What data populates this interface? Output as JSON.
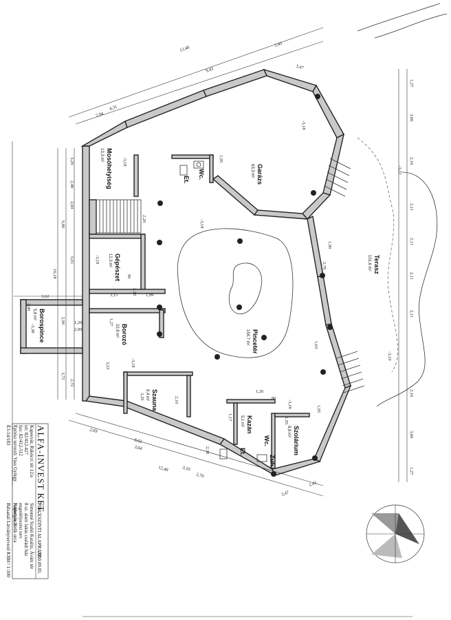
{
  "rooms": {
    "garazs": {
      "name": "Garázs",
      "area": "63,3 m²"
    },
    "moso": {
      "name": "Mosóhelyiség",
      "area": "13,3 m²"
    },
    "gepeszet": {
      "name": "Gépészet",
      "area": "12,3 m²"
    },
    "borozo": {
      "name": "Borozó",
      "area": "22,8 m²"
    },
    "boros": {
      "name": "Borospince",
      "area": "5,8 m²"
    },
    "szauna": {
      "name": "Szauna",
      "area": "9,4 m²"
    },
    "pincefer": {
      "name": "Pincetér",
      "area": "154,7 m²"
    },
    "kazan": {
      "name": "Kazán",
      "area": "5,1 m²"
    },
    "szolarium": {
      "name": "Szolárium",
      "area": "8,8 m²"
    },
    "terasz": {
      "name": "Terasz",
      "area": "101,6 m²"
    },
    "wc1": {
      "name": "Wc."
    },
    "et1": {
      "name": "Et."
    },
    "wc2": {
      "name": "Wc."
    },
    "et2": {
      "name": "Et."
    },
    "zuh": {
      "name": "Zuh."
    }
  },
  "levels": {
    "moso": "-3,18",
    "gepeszet": "-3,18",
    "pince": "-3,18",
    "garazs_top": "-3,18",
    "garazs_mid": "-3,18",
    "terasz": "-3,22",
    "terasz2": "-3,19",
    "boros": "-3,38",
    "borozo": "-3,18",
    "kazan_lvl": "-3,18"
  },
  "dims": {
    "left_total": "16,18",
    "left_a": "9,80",
    "left_b": "3,29",
    "left_c": "2,40",
    "left_d": "2,69",
    "left_e": "5,01",
    "left_f": "3,72",
    "left_g": "2,72",
    "top_a": "2,43",
    "top_b": "12,48",
    "top_c": "9,43",
    "top_d": "3,47",
    "top_e": "2,94",
    "top_f": "4,31",
    "right_a": "1,27",
    "right_b": "3,66",
    "right_c": "2,16",
    "right_d": "2,11",
    "right_e": "2,11",
    "right_f": "2,11",
    "right_g": "2,11",
    "right_h": "2,16",
    "right_i": "3,66",
    "right_j": "1,27",
    "bot_a": "2,69",
    "bot_b": "8,02",
    "bot_c": "3,04",
    "bot_d": "12,48",
    "bot_e": "3,10",
    "bot_f": "2,70",
    "bot_g": "3,47",
    "bot_h": "2,43",
    "boros_w": "3,62",
    "boros_h": "2,90",
    "mid_a": "3,15",
    "mid_b": "1,99",
    "mid_c": "2,10",
    "mid_d": "1,27",
    "mid_e": "3,53",
    "mid_f": "2,90",
    "sza_a": "2,10",
    "sza_b": "3,29",
    "door_a": "90",
    "door_b": "210",
    "mid_g": "1,20",
    "mid_h": "2,00",
    "r_a": "1,90",
    "r_b": "2,70",
    "r_c": "1,03",
    "r_d": "1,95",
    "k_a": "1,26",
    "k_b": "80",
    "k_c": "1,95",
    "k_d": "1,17",
    "k_e": "2,30",
    "g_a": "1,95",
    "g_b": "2,20"
  },
  "title_block": {
    "company": "ALFA-INVEST KFT.",
    "company_addr": "Kaposvár, Rákóczi tér 12/a",
    "company_tel": "tel: 82/412-427",
    "company_fax": "fax: 82/412-512",
    "designer": "Építész tervező: Vass György",
    "designer_id": "É3-14/183",
    "drawing_title": "PINCESZINTI ALAPRAJZ",
    "date": "2000.09.05.",
    "owner": "Simonné Szabó Katalin, Ávám tér",
    "owner2": "8 sz. alatti lakás családi ház",
    "loc": "engedélyezési terv",
    "loc2": "Kaposvár, Szűk utca",
    "scale_label": "Feldolgozás:",
    "scale_val": "Bálsanál Látványtervező Kft.",
    "scale": "M= 1:100"
  }
}
